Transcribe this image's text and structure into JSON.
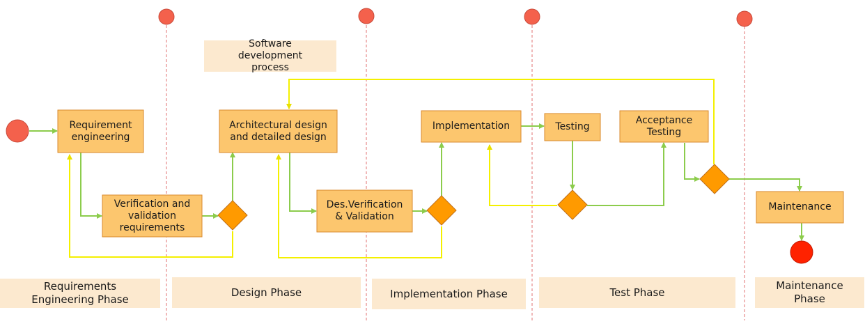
{
  "title": "Software development process",
  "nodes": {
    "req_eng": "Requirement engineering",
    "vv_req": "Verification and validation requirements",
    "arch": "Architectural design and detailed design",
    "des_vv": "Des.Verification & Validation",
    "impl": "Implementation",
    "testing": "Testing",
    "acceptance": "Acceptance Testing",
    "maintenance": "Maintenance"
  },
  "phases": [
    "Requirements Engineering Phase",
    "Design Phase",
    "Implementation Phase",
    "Test Phase",
    "Maintenance Phase"
  ],
  "colors": {
    "box_fill": "#fcc66e",
    "box_stroke": "#d98a2e",
    "decision_fill": "#ff9a00",
    "start_fill": "#f4614c",
    "end_fill": "#ff2200",
    "green_flow": "#8ccc4c",
    "yellow_flow": "#f4f000",
    "phase_fill": "#fce9cf",
    "divider": "#e07070"
  }
}
